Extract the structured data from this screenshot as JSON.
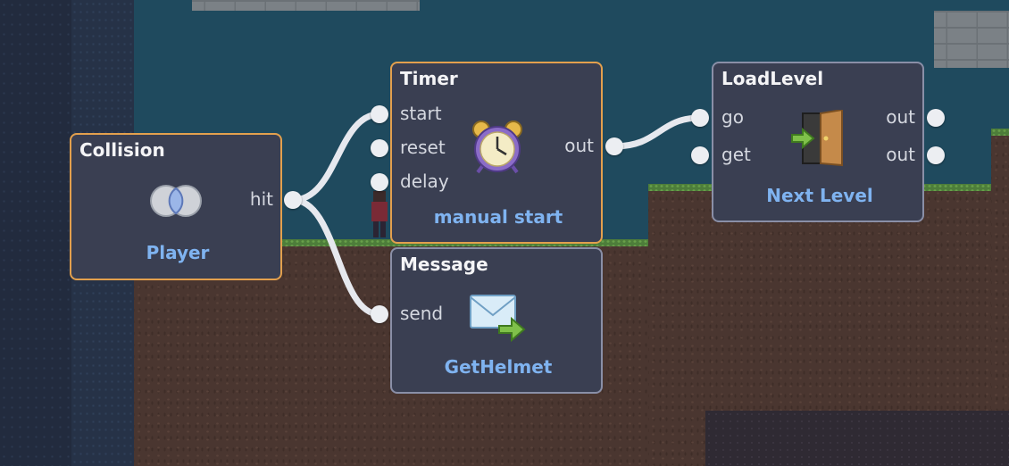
{
  "nodes": {
    "collision": {
      "title": "Collision",
      "port_out": "hit",
      "subtitle": "Player",
      "icon": "collision-icon"
    },
    "timer": {
      "title": "Timer",
      "ports_in": [
        "start",
        "reset",
        "delay"
      ],
      "port_out": "out",
      "subtitle": "manual start",
      "icon": "alarm-clock-icon"
    },
    "message": {
      "title": "Message",
      "port_in": "send",
      "subtitle": "GetHelmet",
      "icon": "envelope-icon"
    },
    "loadlevel": {
      "title": "LoadLevel",
      "ports_in": [
        "go",
        "get"
      ],
      "ports_out": [
        "out",
        "out"
      ],
      "subtitle": "Next Level",
      "icon": "door-icon"
    }
  },
  "colors": {
    "selected_border": "#e3a04d",
    "node_border": "#8a8fa7",
    "node_bg": "#3a3f52",
    "subtitle": "#7fb3f0",
    "wire": "#e6e8ee"
  }
}
